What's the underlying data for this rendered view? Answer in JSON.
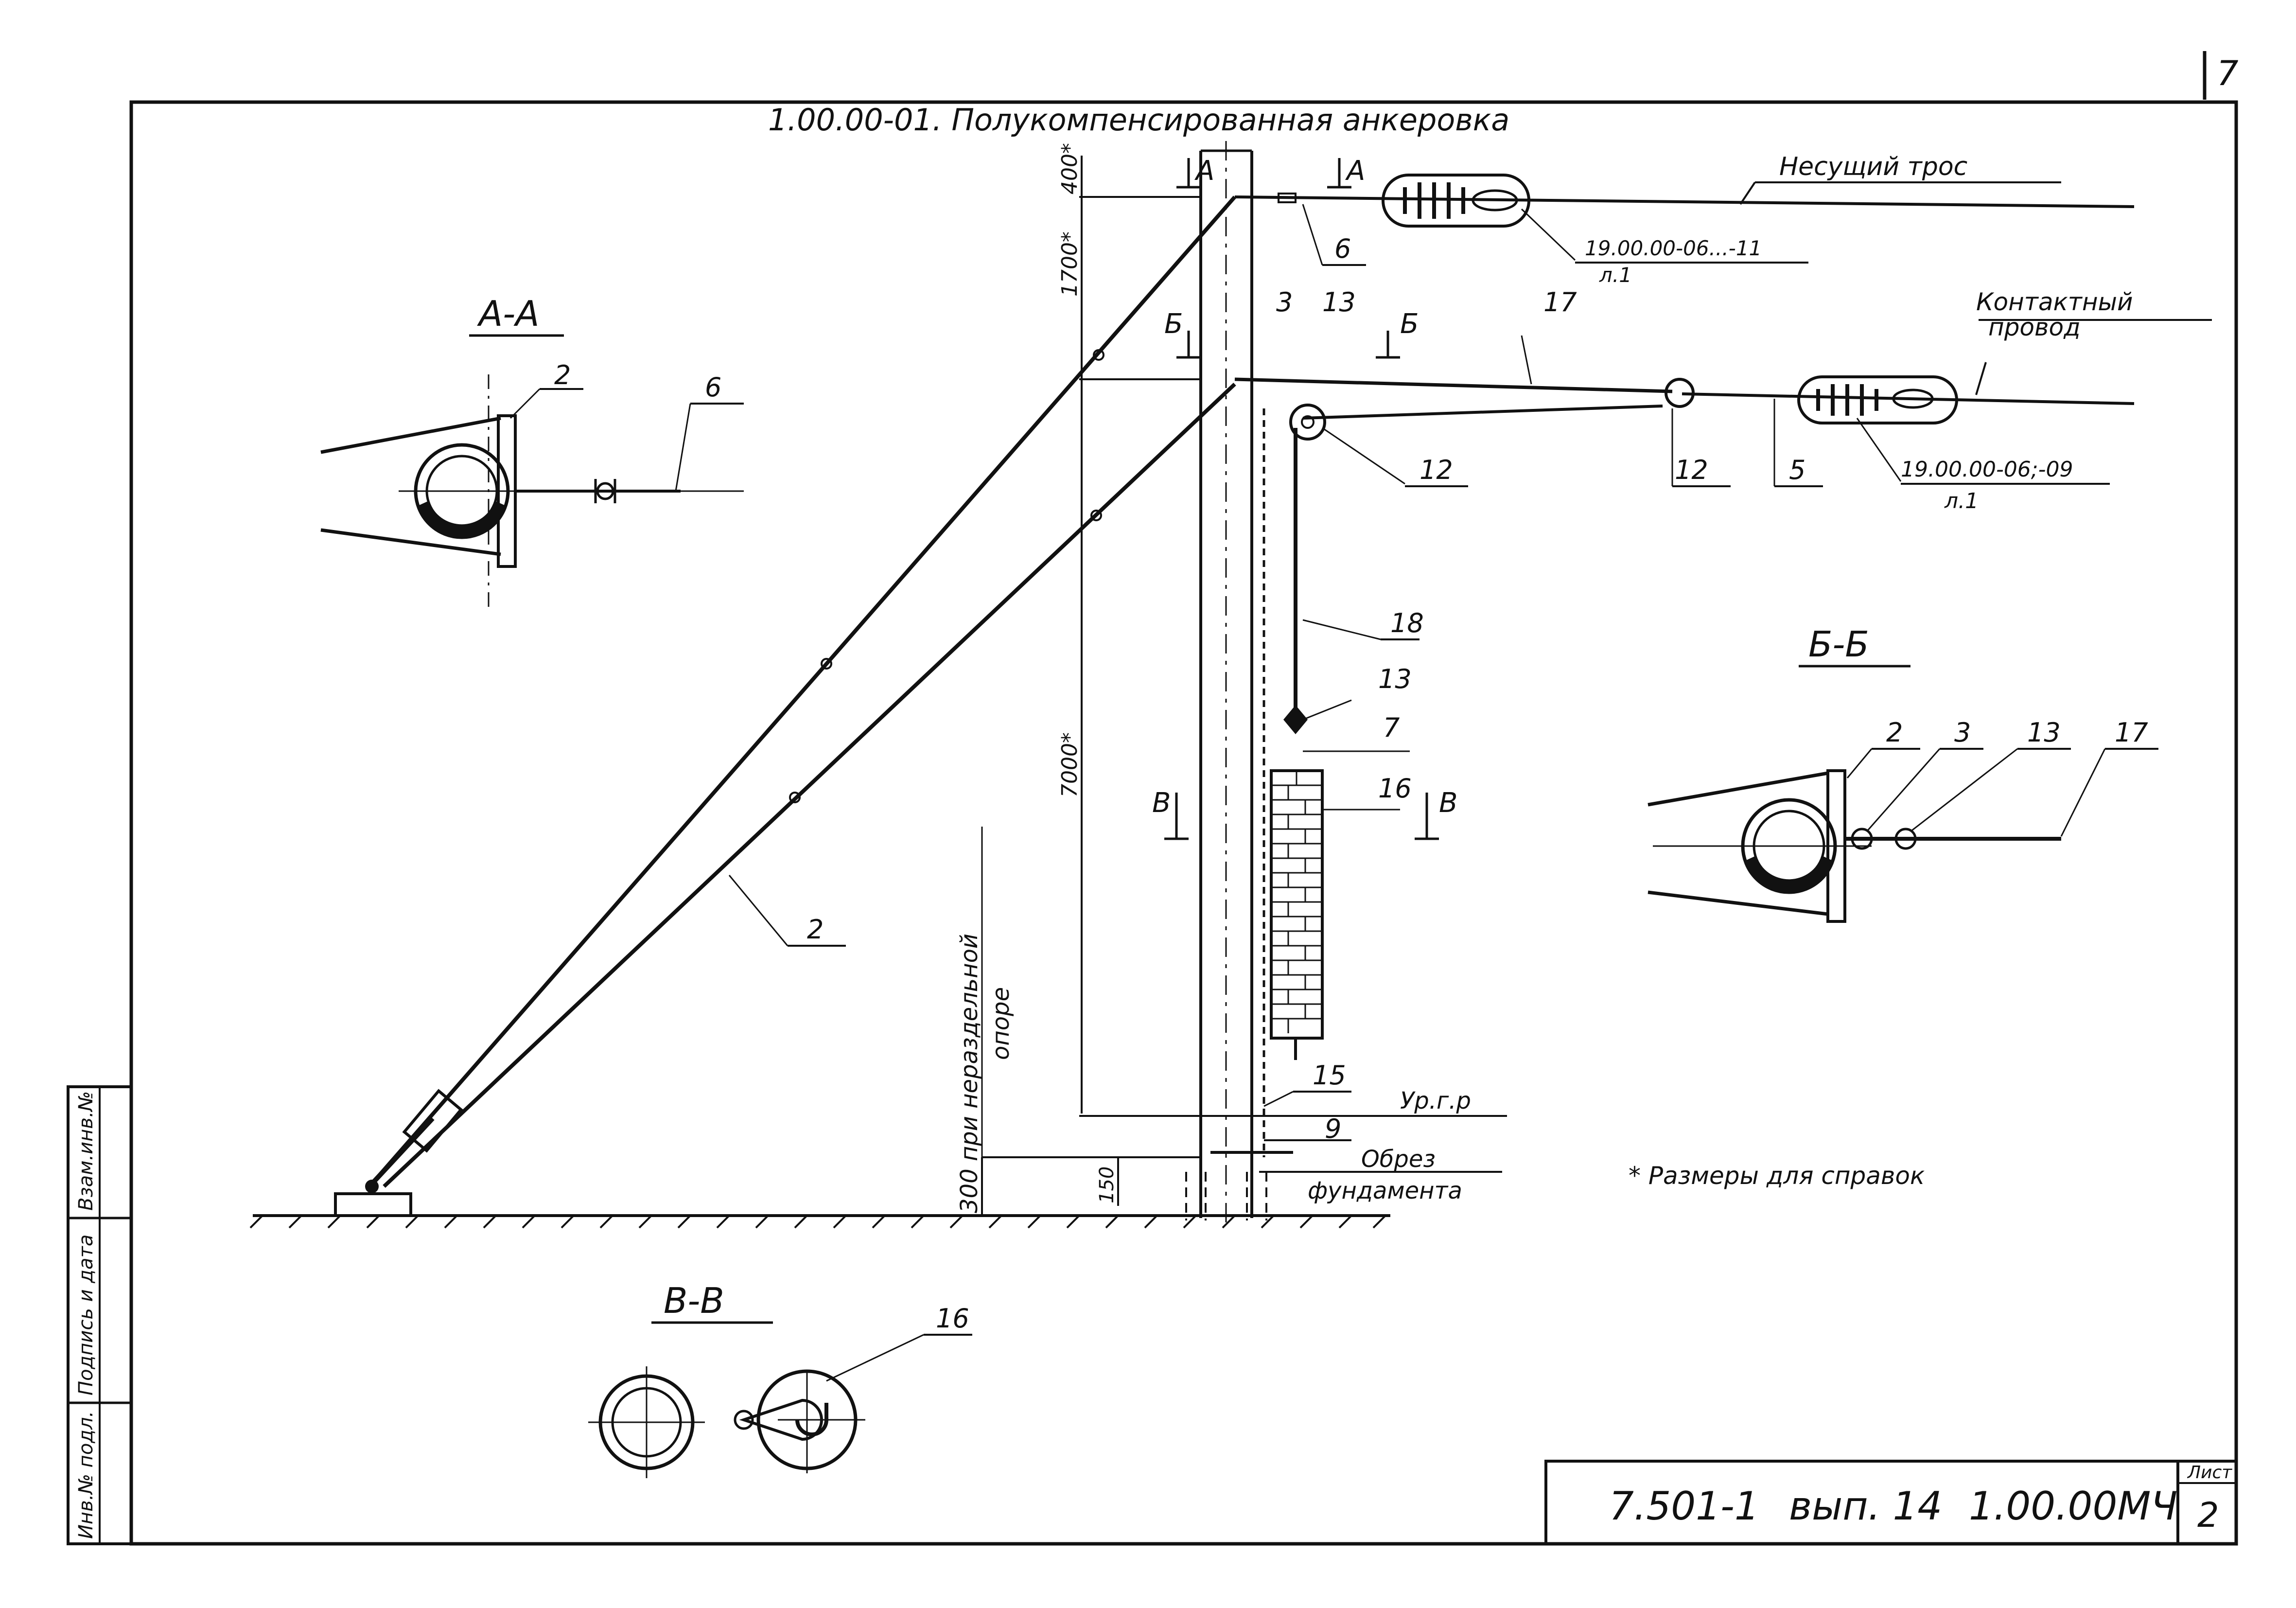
{
  "page_number": "7",
  "title": "1.00.00-01. Полукомпенсированная анкеровка",
  "labels": {
    "carrier_cable": "Несущий трос",
    "contact_wire_1": "Контактный",
    "contact_wire_2": "провод",
    "ref_carrier_1": "19.00.00-06...-11",
    "ref_carrier_2": "л.1",
    "ref_contact_1": "19.00.00-06;-09",
    "ref_contact_2": "л.1",
    "ground_level": "Ур.г.р",
    "foundation_1": "Обрез",
    "foundation_2": "фундамента",
    "note": "* Размеры для справок",
    "vertical_note_1": "300 при нераздельной",
    "vertical_note_2": "опоре"
  },
  "sections": {
    "aa": "А-А",
    "bb": "Б-Б",
    "vv": "В-В",
    "cut_a": "А",
    "cut_b": "Б",
    "cut_v": "В"
  },
  "dimensions": {
    "d400": "400*",
    "d1700": "1700*",
    "d7000": "7000*",
    "d150": "150"
  },
  "callouts": {
    "c2": "2",
    "c3": "3",
    "c5": "5",
    "c6": "6",
    "c7": "7",
    "c9": "9",
    "c12": "12",
    "c13": "13",
    "c15": "15",
    "c16": "16",
    "c17": "17",
    "c18": "18"
  },
  "side_stamp": [
    "Инв.№ подл.",
    "Подпись и дата",
    "Взам.инв.№"
  ],
  "title_block": {
    "code": "7.501-1",
    "issue": "вып. 14",
    "doc": "1.00.00МЧ",
    "sheet_label": "Лист",
    "sheet_number": "2"
  }
}
